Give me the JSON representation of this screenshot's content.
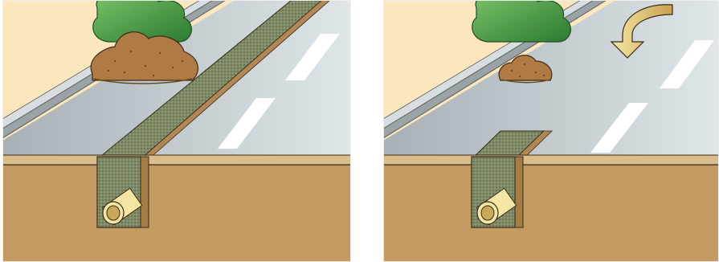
{
  "figure": {
    "panels": [
      {
        "id": "left",
        "content": [
          "soil-pile",
          "bush",
          "road",
          "trench",
          "pipe"
        ]
      },
      {
        "id": "right",
        "content": [
          "soil-pile",
          "bush",
          "road",
          "trench",
          "pipe",
          "curved-arrow"
        ]
      }
    ],
    "colors": {
      "sky": "#fbe6bd",
      "soil": "#c49a63",
      "soil_dark": "#8a6a3f",
      "road": "#b8c0c6",
      "road_light": "#d6dde0",
      "lane_marking": "#ffffff",
      "trench_fill": "#7f8a66",
      "bush": "#3c8f3e",
      "soil_pile": "#b07a45",
      "pipe": "#f4e7a6",
      "arrow": "#e7d07a",
      "outline": "#3a2a16"
    }
  }
}
